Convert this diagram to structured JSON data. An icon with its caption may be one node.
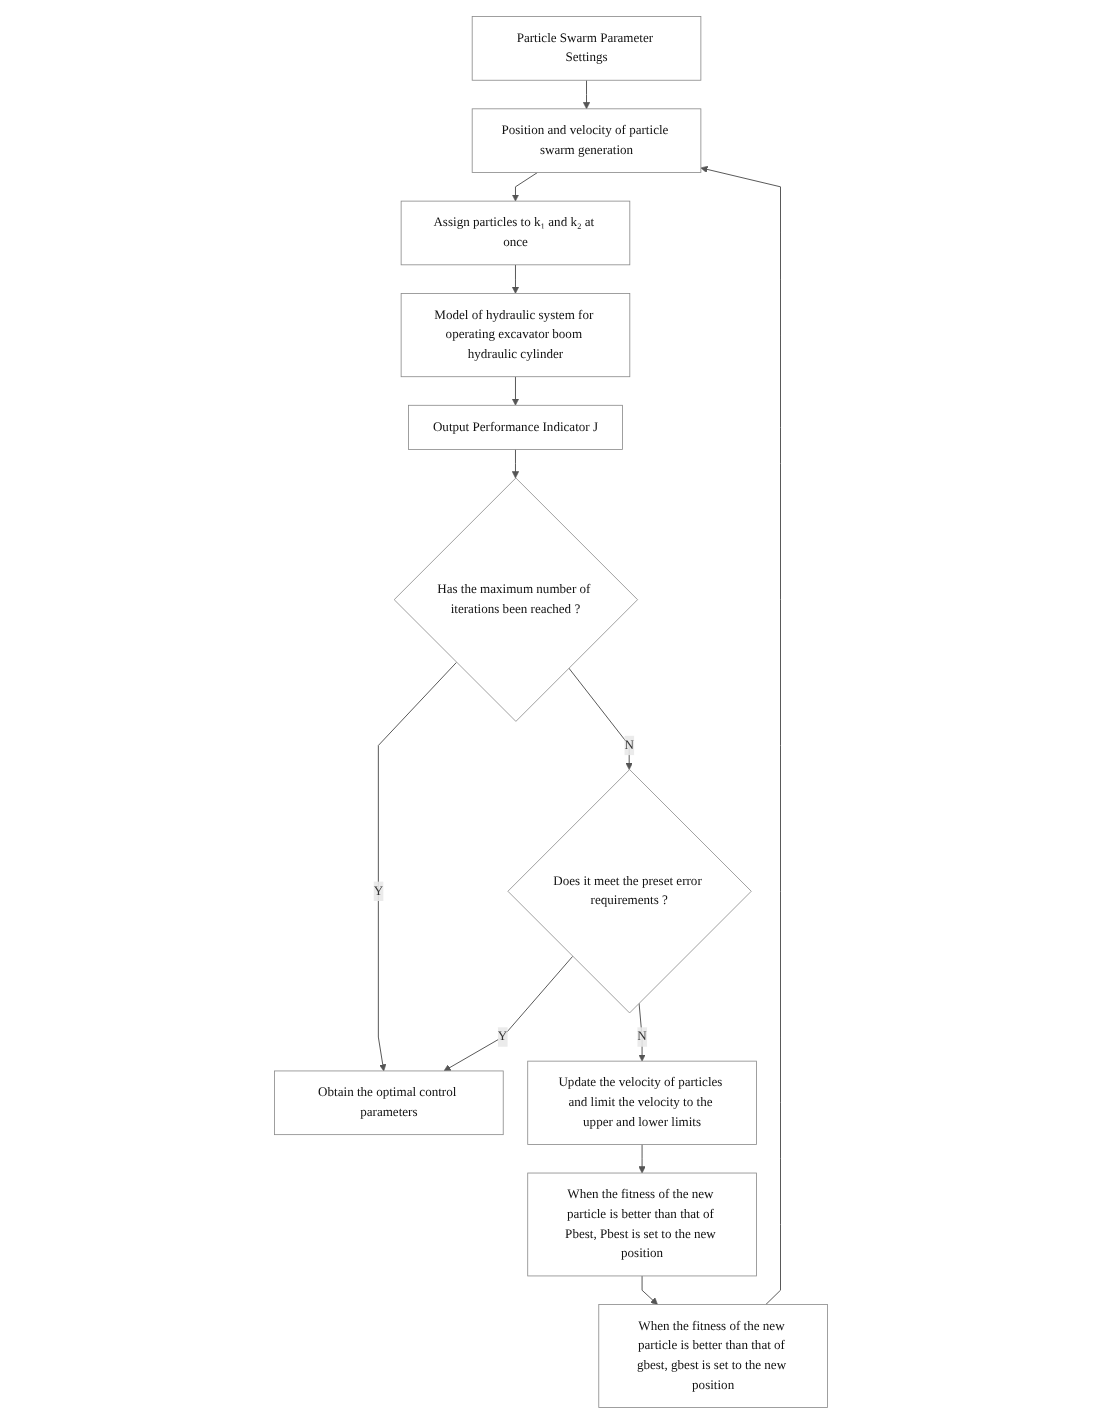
{
  "diagram": {
    "nodes": [
      {
        "text": [
          "Particle Swarm Parameter Settings"
        ]
      },
      {
        "text": [
          "Position and velocity of particle swarm generation"
        ]
      },
      {
        "text": [
          "Assign particles to k₁ and k₂ at once"
        ]
      },
      {
        "text": [
          "Model of hydraulic system for operating excavator boom hydraulic cylinder"
        ]
      },
      {
        "text": [
          "Output Performance Indicator J"
        ]
      },
      {
        "text": [
          "Has the maximum number of iterations been reached ?"
        ]
      },
      {
        "text": [
          "Obtain the optimal control parameters"
        ]
      },
      {
        "text": [
          "Does it meet the preset error requirements ?"
        ]
      },
      {
        "text": [
          "Update the velocity of particles and limit the velocity to the upper and lower limits"
        ]
      },
      {
        "text": [
          "When the fitness of the new particle is better than that of Pbest, Pbest is set to the new position"
        ]
      },
      {
        "text": [
          "When the fitness of the new particle is better than that of gbest, gbest is set to the new position"
        ]
      }
    ],
    "edges": [
      {
        "from": 0,
        "to": 1,
        "arrow": "to"
      },
      {
        "from": 1,
        "to": 2,
        "arrow": "to"
      },
      {
        "from": 2,
        "to": 3,
        "arrow": "to"
      },
      {
        "from": 3,
        "to": 4,
        "arrow": "to"
      },
      {
        "from": 4,
        "to": 5,
        "arrow": "to"
      },
      {
        "from": 5,
        "to": 6,
        "arrow": "to",
        "label": "Y"
      },
      {
        "from": 5,
        "to": 7,
        "arrow": "to",
        "label": "N"
      },
      {
        "from": 7,
        "to": 6,
        "arrow": "to",
        "label": "Y"
      },
      {
        "from": 7,
        "to": 8,
        "arrow": "to",
        "label": "N"
      },
      {
        "from": 8,
        "to": 9,
        "arrow": "to"
      },
      {
        "from": 9,
        "to": 10,
        "arrow": "to"
      },
      {
        "from": 10,
        "to": 1,
        "arrow": "to"
      }
    ]
  }
}
